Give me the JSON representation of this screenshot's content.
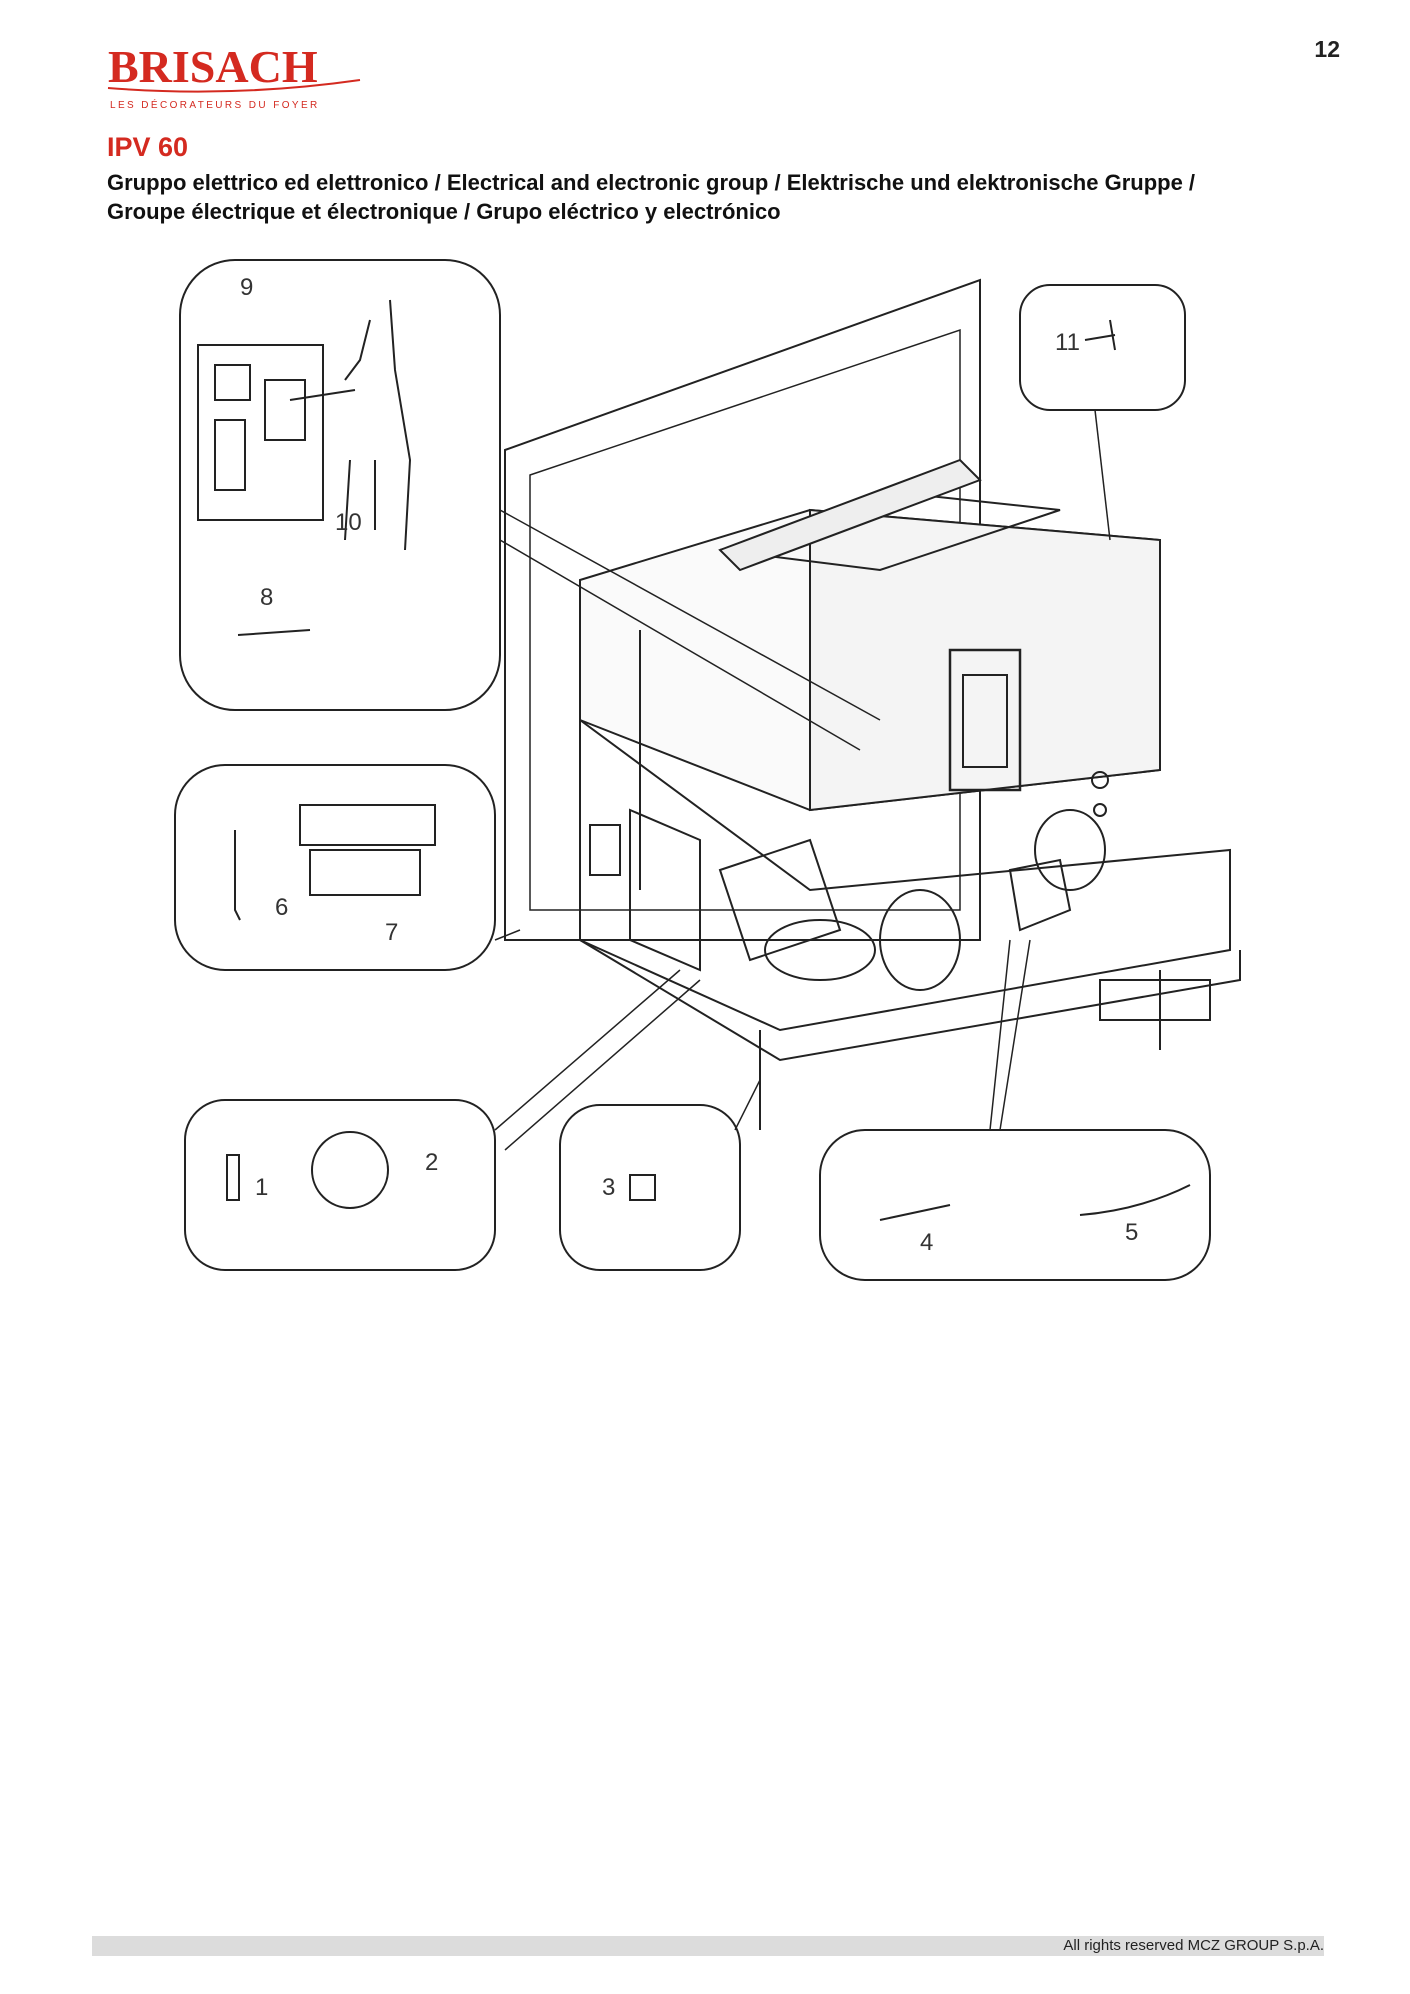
{
  "header": {
    "brand": "BRISACH",
    "brand_tagline": "LES DÉCORATEURS DU FOYER",
    "page_number": "12",
    "model": "IPV 60",
    "subtitle_line1": "Gruppo elettrico ed elettronico / Electrical and electronic group / Elektrische und elektronische Gruppe /",
    "subtitle_line2": "Groupe électrique et électronique / Grupo eléctrico y electrónico"
  },
  "callouts": [
    "1",
    "2",
    "3",
    "4",
    "5",
    "6",
    "7",
    "8",
    "9",
    "10",
    "11"
  ],
  "colors": {
    "brand_red": "#d42a20",
    "line": "#222222",
    "footer_bar": "#dcdcdc"
  },
  "footer": {
    "copyright": "All rights reserved MCZ GROUP S.p.A."
  }
}
